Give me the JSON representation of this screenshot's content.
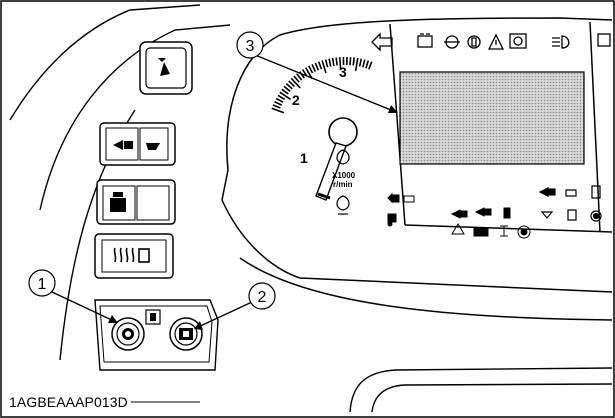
{
  "figure": {
    "reference_code": "1AGBEAAAP013D",
    "callouts": [
      {
        "number": "1"
      },
      {
        "number": "2"
      },
      {
        "number": "3"
      }
    ],
    "tachometer": {
      "scale_numbers": [
        "1",
        "2",
        "3"
      ],
      "unit_multiplier": "X1000",
      "unit": "r/min"
    }
  }
}
